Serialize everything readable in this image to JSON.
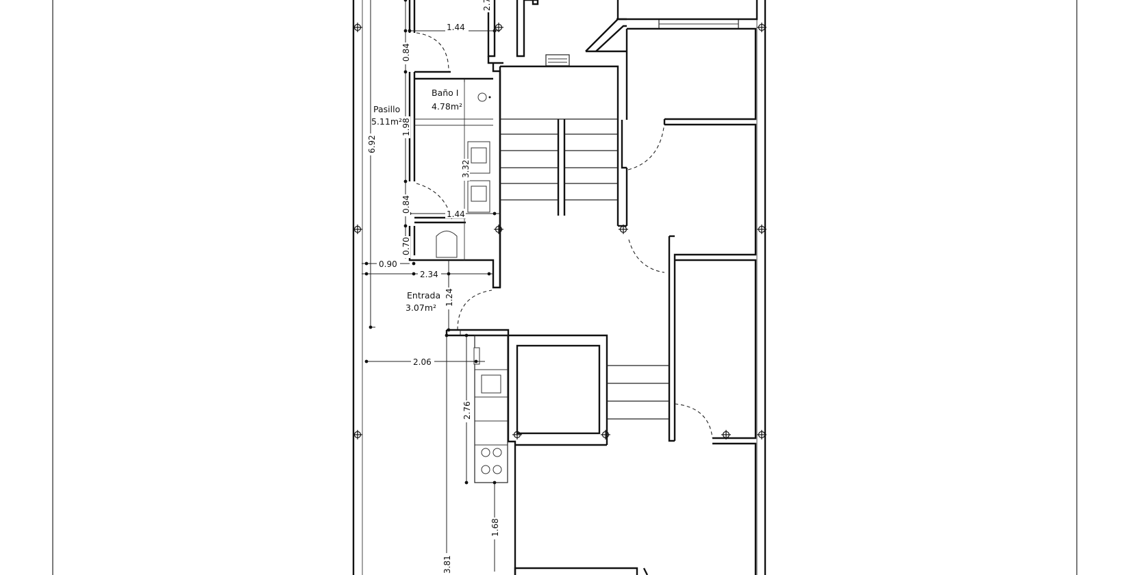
{
  "rooms": {
    "pasillo": {
      "name": "Pasillo",
      "area": "5.11m²"
    },
    "bano1": {
      "name": "Baño I",
      "area": "4.78m²"
    },
    "entrada": {
      "name": "Entrada",
      "area": "3.07m²"
    }
  },
  "dimensions": {
    "d_1_44_top": "1.44",
    "d_0_84_top": "0.84",
    "d_1_98": "1.98",
    "d_6_92": "6.92",
    "d_3_32": "3.32",
    "d_0_84_bottom": "0.84",
    "d_1_44_bottom": "1.44",
    "d_0_70": "0.70",
    "d_0_90": "0.90",
    "d_2_34": "2.34",
    "d_1_24": "1.24",
    "d_2_06": "2.06",
    "d_2_76": "2.76",
    "d_1_68": "1.68",
    "d_3_81": "3.81",
    "d_2_7": "2.7"
  },
  "markers": {
    "cross_symbol": "crosshair-column-marker"
  }
}
